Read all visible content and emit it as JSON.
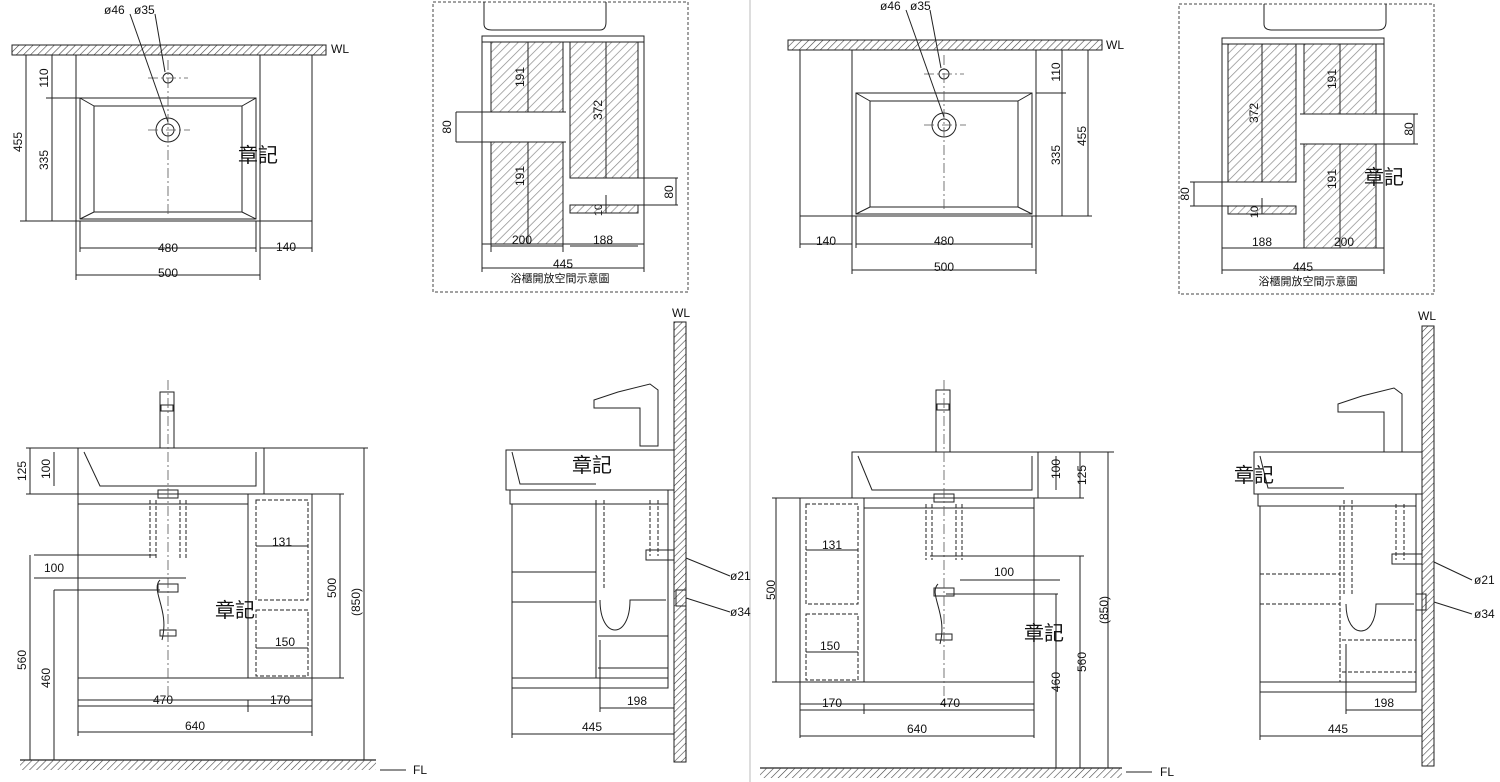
{
  "labels": {
    "wall": "WL",
    "floor": "FL",
    "caption": "浴櫃開放空間示意圖",
    "watermark": "章記"
  },
  "dims": {
    "d46": "ø46",
    "d35": "ø35",
    "d21": "ø21",
    "d34": "ø34",
    "v110": "110",
    "v455": "455",
    "v335": "335",
    "v480": "480",
    "v140": "140",
    "v500": "500",
    "v191": "191",
    "v80": "80",
    "v372": "372",
    "v10": "10",
    "v200": "200",
    "v188": "188",
    "v445": "445",
    "v125": "125",
    "v100": "100",
    "v131": "131",
    "v560": "560",
    "v460": "460",
    "v150": "150",
    "v850": "(850)",
    "v470": "470",
    "v170": "170",
    "v640": "640",
    "v198": "198"
  }
}
